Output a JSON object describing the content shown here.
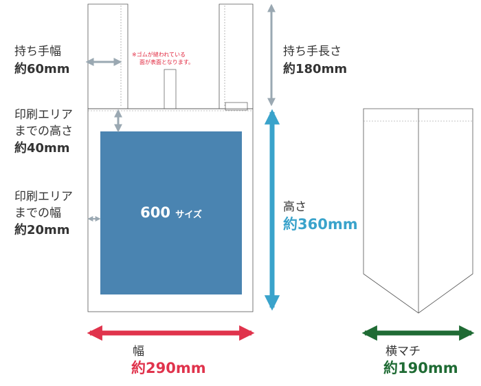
{
  "colors": {
    "print_area": "#4a84b1",
    "height_arrow": "#3aa3cb",
    "width_arrow": "#e0334c",
    "gusset_arrow": "#1f6b34",
    "dim_arrow": "#9aa8b2",
    "note": "#e0243c",
    "outline": "#555555"
  },
  "handle_width": {
    "label": "持ち手幅",
    "value": "約60mm"
  },
  "handle_length": {
    "label": "持ち手長さ",
    "value": "約180mm"
  },
  "print_top_offset": {
    "label_line1": "印刷エリア",
    "label_line2": "までの高さ",
    "value": "約40mm"
  },
  "print_side_offset": {
    "label_line1": "印刷エリア",
    "label_line2": "までの幅",
    "value": "約20mm"
  },
  "height": {
    "label": "高さ",
    "value": "約360mm"
  },
  "width": {
    "label": "幅",
    "value": "約290mm"
  },
  "gusset": {
    "label": "横マチ",
    "value": "約190mm"
  },
  "print_area": {
    "size_number": "600",
    "size_suffix": "サイズ"
  },
  "note": {
    "line1": "※ゴムが縫われている",
    "line2": "面が表面となります。"
  }
}
